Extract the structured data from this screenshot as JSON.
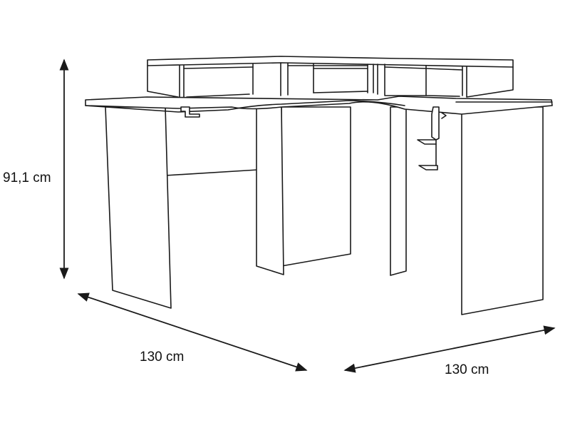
{
  "dimensions": {
    "height": "91,1 cm",
    "depth_left": "130 cm",
    "depth_right": "130 cm"
  },
  "colors": {
    "line": "#1a1a1a",
    "background": "#ffffff"
  }
}
